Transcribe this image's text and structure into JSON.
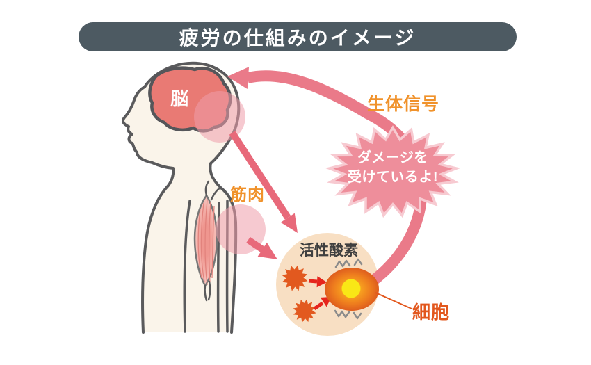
{
  "title": "疲労の仕組みのイメージ",
  "labels": {
    "brain": "脳",
    "muscle": "筋肉",
    "signal": "生体信号",
    "ros": "活性酸素",
    "cell": "細胞"
  },
  "bubble": {
    "line1": "ダメージを",
    "line2": "受けているよ!"
  },
  "colors": {
    "banner": "#4d5a62",
    "body_fill": "#faf4ea",
    "outline": "#5a5a5c",
    "brain": "#e97a74",
    "brain_outline": "#55565a",
    "pink_circle": "#ee9daa",
    "arrow": "#e8697a",
    "arc": "#ea7a89",
    "bubble_fill": "#ee8e9b",
    "bubble_border": "#f7cad1",
    "ros_circle": "#f8dfc3",
    "starburst": "#e2591f",
    "red_arrow": "#e6251d",
    "cell_inner": "#f9a61f",
    "cell_mid": "#ee7d1e",
    "cell_outer": "#d9531d",
    "nucleus": "#f9e716",
    "label_orange": "#f0922b",
    "label_red_orange": "#e2571d",
    "ros_text": "#3f3f3f",
    "stress": "#8b8b8b",
    "muscle_mid": "#ef968f",
    "muscle_edge": "#fbd9d3",
    "muscle_line": "#777777",
    "muscle_stria": "#e2837d"
  }
}
